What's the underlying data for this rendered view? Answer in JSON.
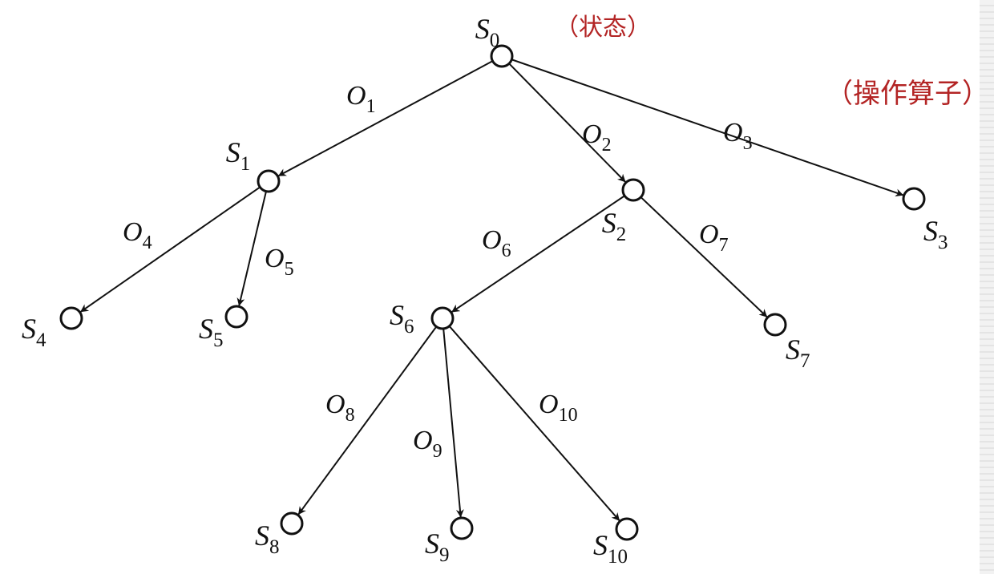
{
  "annotations": {
    "state": "（状态）",
    "operator": "（操作算子）"
  },
  "nodes": [
    {
      "id": "n0",
      "main": "S",
      "sub": "0"
    },
    {
      "id": "n1",
      "main": "S",
      "sub": "1"
    },
    {
      "id": "n2",
      "main": "S",
      "sub": "2"
    },
    {
      "id": "n3",
      "main": "S",
      "sub": "3"
    },
    {
      "id": "n4",
      "main": "S",
      "sub": "4"
    },
    {
      "id": "n5",
      "main": "S",
      "sub": "5"
    },
    {
      "id": "n6",
      "main": "S",
      "sub": "6"
    },
    {
      "id": "n7",
      "main": "S",
      "sub": "7"
    },
    {
      "id": "n8",
      "main": "S",
      "sub": "8"
    },
    {
      "id": "n9",
      "main": "S",
      "sub": "9"
    },
    {
      "id": "n10",
      "main": "S",
      "sub": "10"
    }
  ],
  "edges": [
    {
      "id": "e1",
      "from": "n0",
      "to": "n1",
      "main": "O",
      "sub": "1"
    },
    {
      "id": "e2",
      "from": "n0",
      "to": "n2",
      "main": "O",
      "sub": "2"
    },
    {
      "id": "e3",
      "from": "n0",
      "to": "n3",
      "main": "O",
      "sub": "3"
    },
    {
      "id": "e4",
      "from": "n1",
      "to": "n4",
      "main": "O",
      "sub": "4"
    },
    {
      "id": "e5",
      "from": "n1",
      "to": "n5",
      "main": "O",
      "sub": "5"
    },
    {
      "id": "e6",
      "from": "n2",
      "to": "n6",
      "main": "O",
      "sub": "6"
    },
    {
      "id": "e7",
      "from": "n2",
      "to": "n7",
      "main": "O",
      "sub": "7"
    },
    {
      "id": "e8",
      "from": "n6",
      "to": "n8",
      "main": "O",
      "sub": "8"
    },
    {
      "id": "e9",
      "from": "n6",
      "to": "n9",
      "main": "O",
      "sub": "9"
    },
    {
      "id": "e10",
      "from": "n6",
      "to": "n10",
      "main": "O",
      "sub": "10"
    }
  ],
  "colors": {
    "annotation": "#b32424",
    "line": "#111111"
  }
}
